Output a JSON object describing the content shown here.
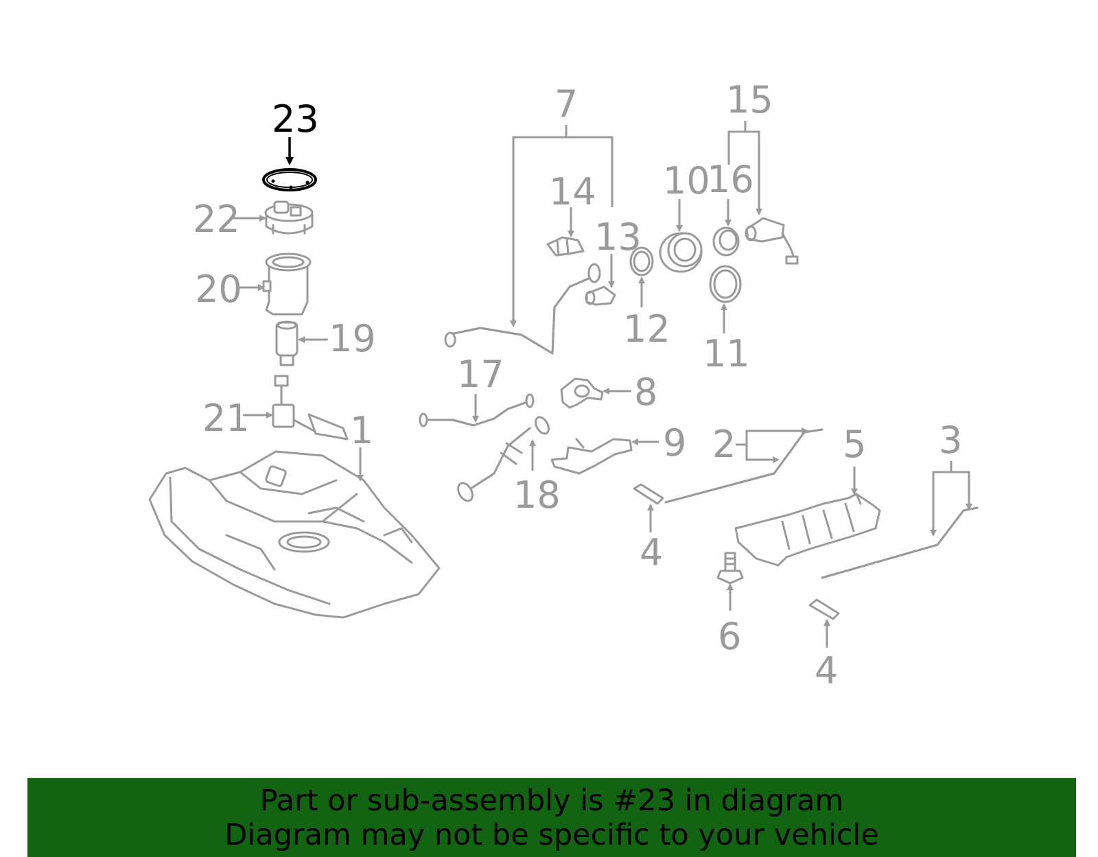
{
  "callouts": {
    "c1": "1",
    "c2": "2",
    "c3": "3",
    "c4a": "4",
    "c4b": "4",
    "c5": "5",
    "c6": "6",
    "c7": "7",
    "c8": "8",
    "c9": "9",
    "c10": "10",
    "c11": "11",
    "c12": "12",
    "c13": "13",
    "c14": "14",
    "c15": "15",
    "c16": "16",
    "c17": "17",
    "c18": "18",
    "c19": "19",
    "c20": "20",
    "c21": "21",
    "c22": "22",
    "c23": "23"
  },
  "highlighted_part": "23",
  "footer": {
    "line1": "Part or sub-assembly is #23 in diagram",
    "line2": "Diagram may not be specific to your vehicle"
  },
  "colors": {
    "line_art": "#9a9a9a",
    "highlight": "#000000",
    "banner_background": "#126312",
    "banner_text": "#000000"
  }
}
